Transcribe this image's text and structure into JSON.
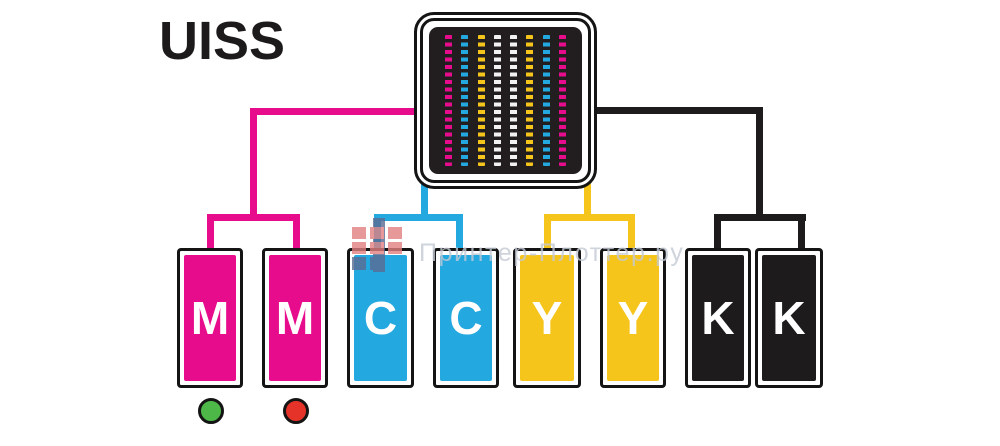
{
  "title": "UISS",
  "printhead": {
    "name": "print-head",
    "columns": [
      "magenta",
      "cyan",
      "yellow",
      "white",
      "white",
      "yellow",
      "cyan",
      "magenta"
    ]
  },
  "cartridges": [
    {
      "label": "M",
      "ink": "magenta"
    },
    {
      "label": "M",
      "ink": "magenta"
    },
    {
      "label": "C",
      "ink": "cyan"
    },
    {
      "label": "C",
      "ink": "cyan"
    },
    {
      "label": "Y",
      "ink": "yellow"
    },
    {
      "label": "Y",
      "ink": "yellow"
    },
    {
      "label": "K",
      "ink": "ink_black"
    },
    {
      "label": "K",
      "ink": "ink_black"
    }
  ],
  "status_dots": [
    {
      "name": "green-status-dot",
      "color": "green"
    },
    {
      "name": "red-status-dot",
      "color": "red"
    }
  ],
  "watermark": {
    "text": "Принтер-Плоттер.ру"
  },
  "colors": {
    "magenta": "#e60c8b",
    "cyan": "#23a8e0",
    "yellow": "#f6c51b",
    "ink_black": "#1d1b1c",
    "white": "#f2f2f2",
    "green": "#4db848",
    "red": "#e63329",
    "wm_red": "#e0807f",
    "wm_slate": "#5a6b92",
    "wm_text": "#c3c9d4"
  }
}
